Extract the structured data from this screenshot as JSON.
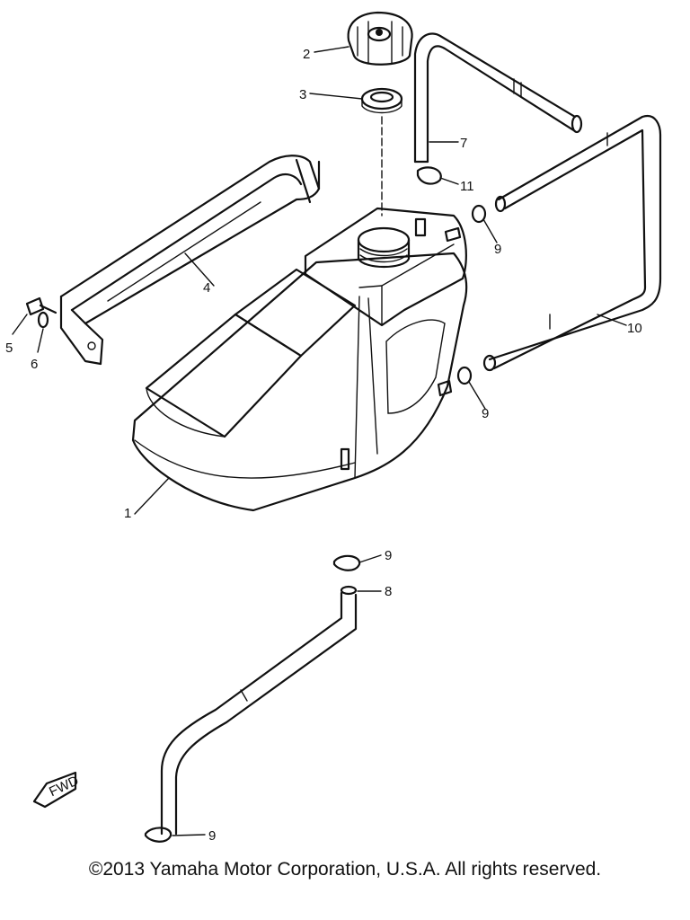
{
  "callouts": [
    "1",
    "2",
    "3",
    "4",
    "5",
    "6",
    "7",
    "8",
    "9",
    "10",
    "11"
  ],
  "copyright": "©2013 Yamaha Motor Corporation, U.S.A. All rights reserved.",
  "fwd_mark": "FWD"
}
